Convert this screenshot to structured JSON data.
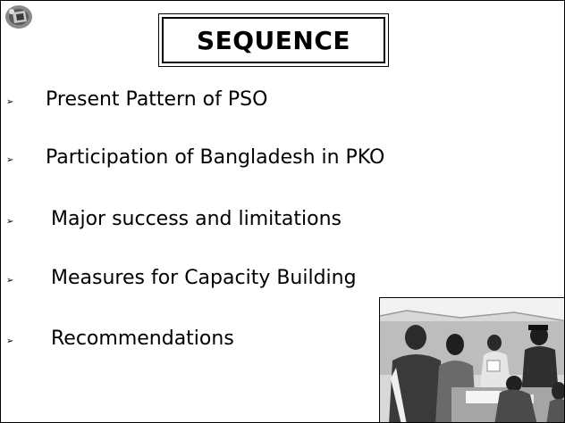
{
  "slide": {
    "title": "SEQUENCE",
    "bullets": [
      "Present Pattern of PSO",
      "Participation of Bangladesh in PKO",
      "Major success and limitations",
      "Measures for Capacity Building",
      "Recommendations"
    ],
    "bullet_glyph": "➢"
  },
  "icons": {
    "logo": "emblem-icon",
    "bullet": "arrowhead-bullet-icon"
  },
  "colors": {
    "text": "#000000",
    "background": "#ffffff"
  }
}
